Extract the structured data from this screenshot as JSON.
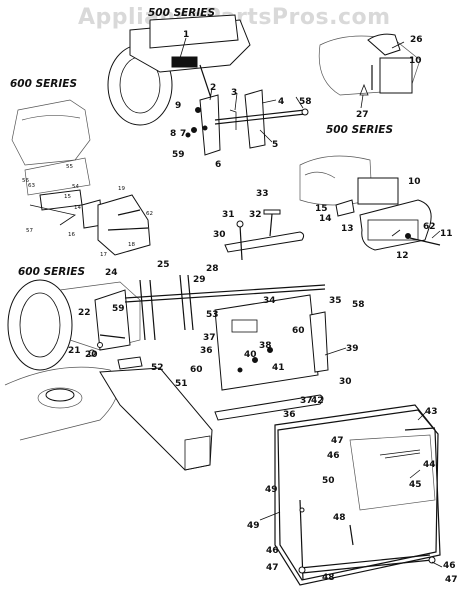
{
  "watermark": "AppliancePartsPros.com",
  "series_labels": {
    "top_500": "500 SERIES",
    "left_600": "600 SERIES",
    "right_500": "500 SERIES",
    "mid_600": "600 SERIES"
  },
  "callouts": {
    "c1": "1",
    "c2": "2",
    "c3": "3",
    "c4": "4",
    "c5": "5",
    "c6": "6",
    "c7": "7",
    "c8": "8",
    "c9": "9",
    "c10a": "10",
    "c10b": "10",
    "c11": "11",
    "c12": "12",
    "c13": "13",
    "c14": "14",
    "c15": "15",
    "c20": "20",
    "c21": "21",
    "c22": "22",
    "c24": "24",
    "c25": "25",
    "c26": "26",
    "c27": "27",
    "c28": "28",
    "c29": "29",
    "c30a": "30",
    "c30b": "30",
    "c31": "31",
    "c32": "32",
    "c33": "33",
    "c34": "34",
    "c35": "35",
    "c36a": "36",
    "c36b": "36",
    "c37a": "37",
    "c37b": "37",
    "c38": "38",
    "c39": "39",
    "c40": "40",
    "c41": "41",
    "c42": "42",
    "c43": "43",
    "c44": "44",
    "c45": "45",
    "c46a": "46",
    "c46b": "46",
    "c46c": "46",
    "c47a": "47",
    "c47b": "47",
    "c47c": "47",
    "c48a": "48",
    "c48b": "48",
    "c49a": "49",
    "c49b": "49",
    "c50": "50",
    "c51": "51",
    "c52": "52",
    "c53": "53",
    "c58a": "58",
    "c58b": "58",
    "c59a": "59",
    "c59b": "59",
    "c60a": "60",
    "c60b": "60",
    "c62": "62"
  },
  "inset_callouts": {
    "s14": "14",
    "s15": "15",
    "s16": "16",
    "s17": "17",
    "s18": "18",
    "s19": "19",
    "s54": "54",
    "s55": "55",
    "s56": "56",
    "s57": "57",
    "s62": "62",
    "s63": "63"
  }
}
